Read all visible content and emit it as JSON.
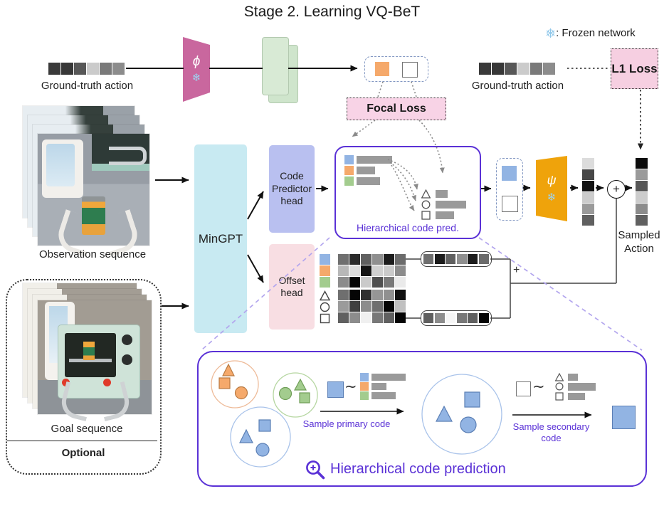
{
  "title": "Stage 2. Learning VQ-BeT",
  "frozen_legend": {
    "icon": "❄",
    "text": ": Frozen network"
  },
  "gt_action_left": {
    "label": "Ground-truth action",
    "cells": [
      "#3a3a3a",
      "#373737",
      "#575757",
      "#cbcbcb",
      "#7a7a7a",
      "#8c8c8c"
    ]
  },
  "gt_action_right": {
    "label": "Ground-truth action",
    "cells": [
      "#3a3a3a",
      "#373737",
      "#575757",
      "#cbcbcb",
      "#7a7a7a",
      "#8c8c8c"
    ]
  },
  "encoder": {
    "phi": "ϕ",
    "psi": "ψ",
    "snowflake": "❄"
  },
  "losses": {
    "focal": "Focal Loss",
    "l1": "L1 Loss"
  },
  "inputs": {
    "observation_label": "Observation sequence",
    "goal_label": "Goal sequence",
    "optional_label": "Optional"
  },
  "model": {
    "backbone": "MinGPT",
    "code_head": "Code Predictor head",
    "offset_head": "Offset head"
  },
  "hier_box": {
    "label": "Hierarchical code pred."
  },
  "offset_grid": {
    "plus": "+",
    "rows": [
      [
        "#6f6f6f",
        "#2b2b2b",
        "#606060",
        "#8f8f8f",
        "#1c1c1c",
        "#6b6b6b"
      ],
      [
        "#b8b8b8",
        "#dcdcdc",
        "#141414",
        "#d0d0d0",
        "#cacaca",
        "#8c8c8c"
      ],
      [
        "#8c8c8c",
        "#050505",
        "#cacaca",
        "#4f4f4f",
        "#787878",
        "#eaeaea"
      ],
      [
        "#6f6f6f",
        "#050505",
        "#303030",
        "#969696",
        "#909090",
        "#101010"
      ],
      [
        "#9b9b9b",
        "#404040",
        "#8c8c8c",
        "#6f6f6f",
        "#050505",
        "#c0c0c0"
      ],
      [
        "#606060",
        "#8c8c8c",
        "#f0f0f0",
        "#787878",
        "#606060",
        "#050505"
      ]
    ],
    "selected_top": [
      "#6f6f6f",
      "#1c1c1c",
      "#606060",
      "#8f8f8f",
      "#1c1c1c",
      "#6b6b6b"
    ],
    "selected_bottom": [
      "#606060",
      "#8c8c8c",
      "#f5f5f5",
      "#787878",
      "#606060",
      "#050505"
    ]
  },
  "decoder_output_cells": [
    "#dcdcdc",
    "#474747",
    "#121212",
    "#cccccc",
    "#9a9a9a",
    "#606060"
  ],
  "sampled_action": {
    "label": "Sampled Action",
    "plus": "+",
    "cells": [
      "#0c0c0c",
      "#9a9a9a",
      "#565656",
      "#cccccc",
      "#8c8c8c",
      "#606060"
    ]
  },
  "bottom_box": {
    "title": "Hierarchical code prediction",
    "sample_primary": "Sample primary code",
    "sample_secondary": "Sample secondary code",
    "sim": "∼"
  },
  "colors": {
    "purple_accent": "#5a31d6",
    "blue_code": "#92b4e3",
    "orange_code": "#f5a96b",
    "green_code": "#a3cc8e",
    "phi_pink": "#c9679e",
    "psi_orange": "#efa30b",
    "focal_pink": "#f8d3e6",
    "bar_gray": "#9a9a9a"
  }
}
